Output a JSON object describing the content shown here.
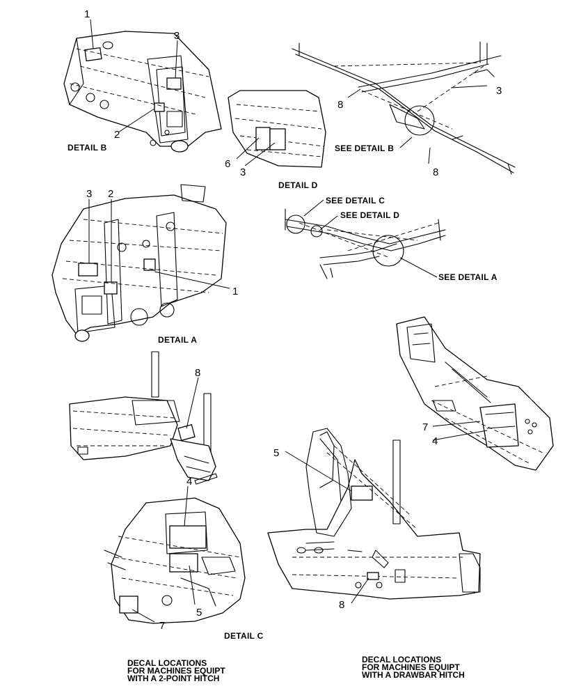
{
  "details": {
    "a": "DETAIL  A",
    "b": "DETAIL  B",
    "c": "DETAIL  C",
    "d": "DETAIL  D"
  },
  "overview": {
    "see_b": "SEE DETAIL  B",
    "see_c": "SEE DETAIL  C",
    "see_d": "SEE DETAIL  D",
    "see_a": "SEE DETAIL  A"
  },
  "callouts": {
    "b1": "1",
    "b2": "2",
    "b3": "3",
    "d6": "6",
    "d3": "3",
    "top8a": "8",
    "top3": "3",
    "top8b": "8",
    "a3": "3",
    "a2": "2",
    "a1": "1",
    "ch8": "8",
    "arm7": "7",
    "arm4": "4",
    "c4": "4",
    "c5": "5",
    "c7": "7",
    "dh5": "5",
    "dh8": "8"
  },
  "captions": {
    "left": [
      "DECAL LOCATIONS",
      "FOR MACHINES EQUIPT",
      "WITH A 2-POINT HITCH"
    ],
    "right": [
      "DECAL LOCATIONS",
      "FOR MACHINES EQUIPT",
      "WITH A DRAWBAR HITCH"
    ]
  }
}
